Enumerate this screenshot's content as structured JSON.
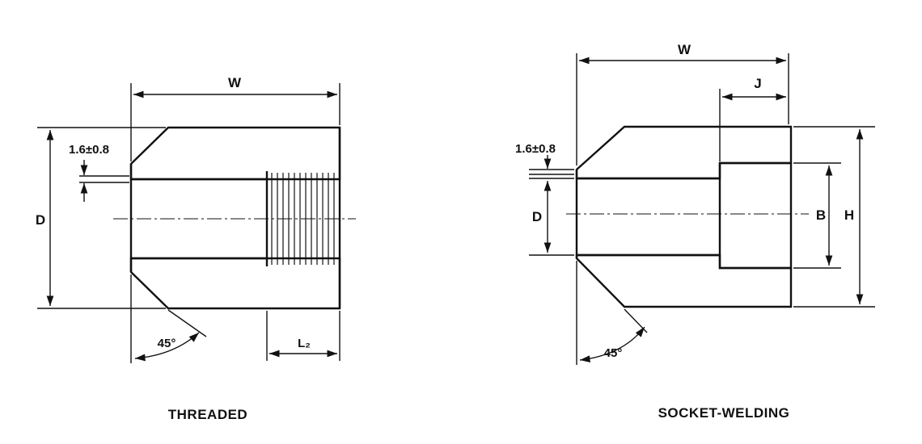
{
  "threaded": {
    "caption": "THREADED",
    "dims": {
      "width": "W",
      "diameter": "D",
      "thread_length": "L₂",
      "chamfer_offset": "1.6±0.8",
      "angle": "45°"
    }
  },
  "socket": {
    "caption": "SOCKET-WELDING",
    "dims": {
      "width": "W",
      "socket_depth": "J",
      "diameter": "D",
      "bore": "B",
      "height": "H",
      "chamfer_offset": "1.6±0.8",
      "angle": "45°"
    }
  }
}
